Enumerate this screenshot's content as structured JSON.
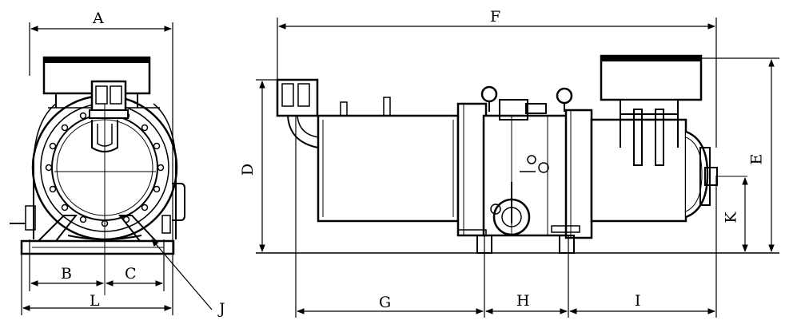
{
  "dimensions": {
    "A": "A",
    "B": "B",
    "C": "C",
    "L": "L",
    "J": "J",
    "F": "F",
    "D": "D",
    "E": "E",
    "K": "K",
    "G": "G",
    "H": "H",
    "I": "I"
  },
  "colors": {
    "line": "#000000",
    "background": "#ffffff"
  }
}
